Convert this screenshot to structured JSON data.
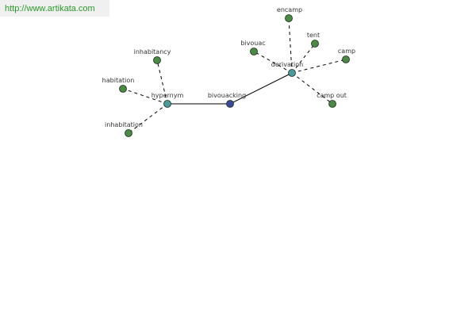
{
  "url": "http://www.artikata.com",
  "colors": {
    "background": "#ffffff",
    "url_text": "#2a9a2a",
    "url_bar": "#f0f0f0",
    "leaf_fill": "#4a8a44",
    "hub_fill": "#4a9a9a",
    "center_fill": "#3a4a9a",
    "node_stroke": "#1a2a1a",
    "label": "#333333",
    "edge": "#000000"
  },
  "graph": {
    "nodes": [
      {
        "id": "bivouacking",
        "label": "bivouacking",
        "kind": "center"
      },
      {
        "id": "hypernym",
        "label": "hypernym",
        "kind": "hub"
      },
      {
        "id": "derivation",
        "label": "derivation",
        "kind": "hub"
      },
      {
        "id": "inhabitancy",
        "label": "inhabitancy",
        "kind": "leaf"
      },
      {
        "id": "habitation",
        "label": "habitation",
        "kind": "leaf"
      },
      {
        "id": "inhabitation",
        "label": "inhabitation",
        "kind": "leaf"
      },
      {
        "id": "encamp",
        "label": "encamp",
        "kind": "leaf"
      },
      {
        "id": "bivouac",
        "label": "bivouac",
        "kind": "leaf"
      },
      {
        "id": "tent",
        "label": "tent",
        "kind": "leaf"
      },
      {
        "id": "camp",
        "label": "camp",
        "kind": "leaf"
      },
      {
        "id": "camp-out",
        "label": "camp out",
        "kind": "leaf"
      }
    ],
    "edges": [
      {
        "from": "bivouacking",
        "to": "hypernym",
        "style": "solid"
      },
      {
        "from": "bivouacking",
        "to": "derivation",
        "style": "solid"
      },
      {
        "from": "hypernym",
        "to": "inhabitancy",
        "style": "dashed"
      },
      {
        "from": "hypernym",
        "to": "habitation",
        "style": "dashed"
      },
      {
        "from": "hypernym",
        "to": "inhabitation",
        "style": "dashed"
      },
      {
        "from": "derivation",
        "to": "encamp",
        "style": "dashed"
      },
      {
        "from": "derivation",
        "to": "bivouac",
        "style": "dashed"
      },
      {
        "from": "derivation",
        "to": "tent",
        "style": "dashed"
      },
      {
        "from": "derivation",
        "to": "camp",
        "style": "dashed"
      },
      {
        "from": "derivation",
        "to": "camp-out",
        "style": "dashed"
      }
    ]
  }
}
